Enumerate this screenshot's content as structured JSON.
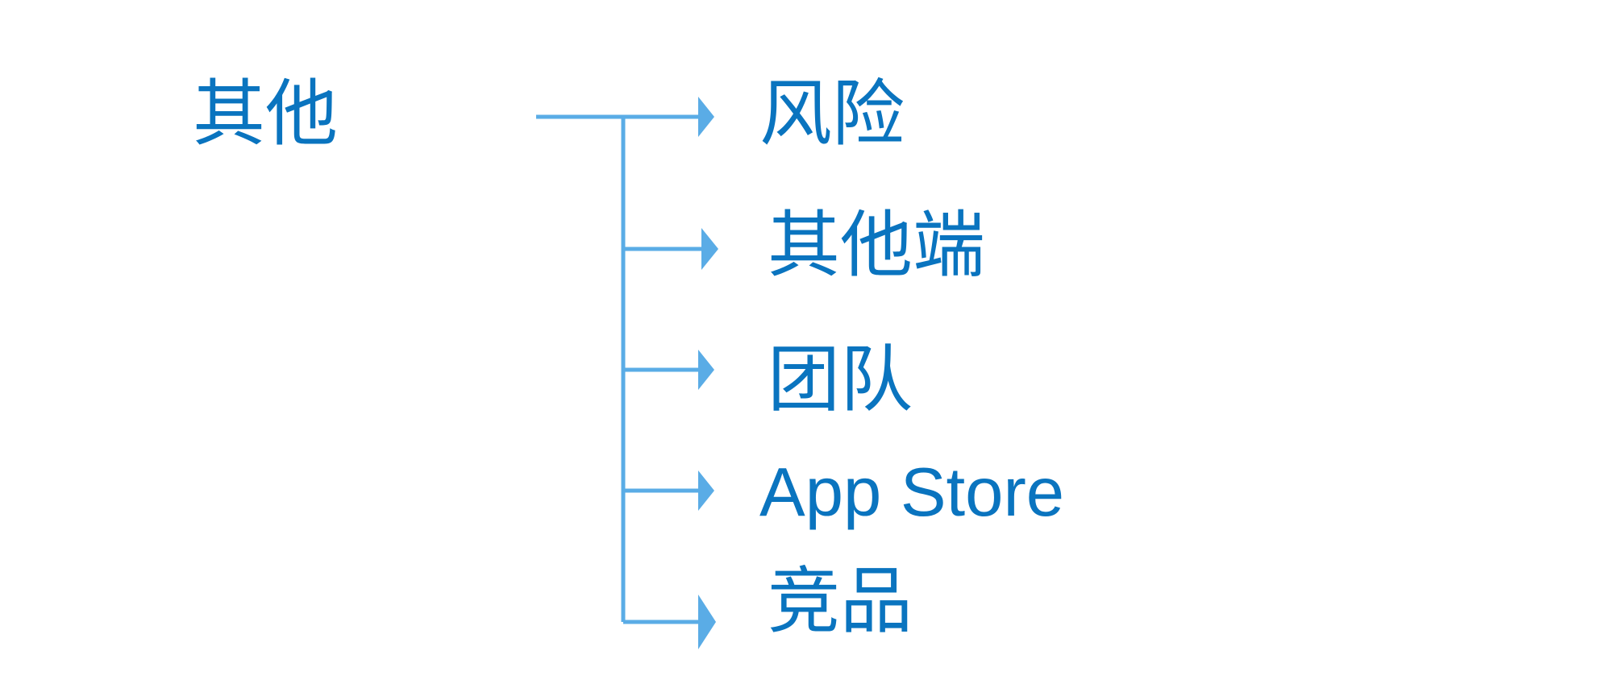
{
  "diagram": {
    "root": {
      "label": "其他"
    },
    "children": [
      {
        "label": "风险"
      },
      {
        "label": "其他端"
      },
      {
        "label": "团队"
      },
      {
        "label": "App Store"
      },
      {
        "label": "竞品"
      }
    ],
    "colors": {
      "text": "#0a74bf",
      "connector": "#5aace6"
    }
  }
}
